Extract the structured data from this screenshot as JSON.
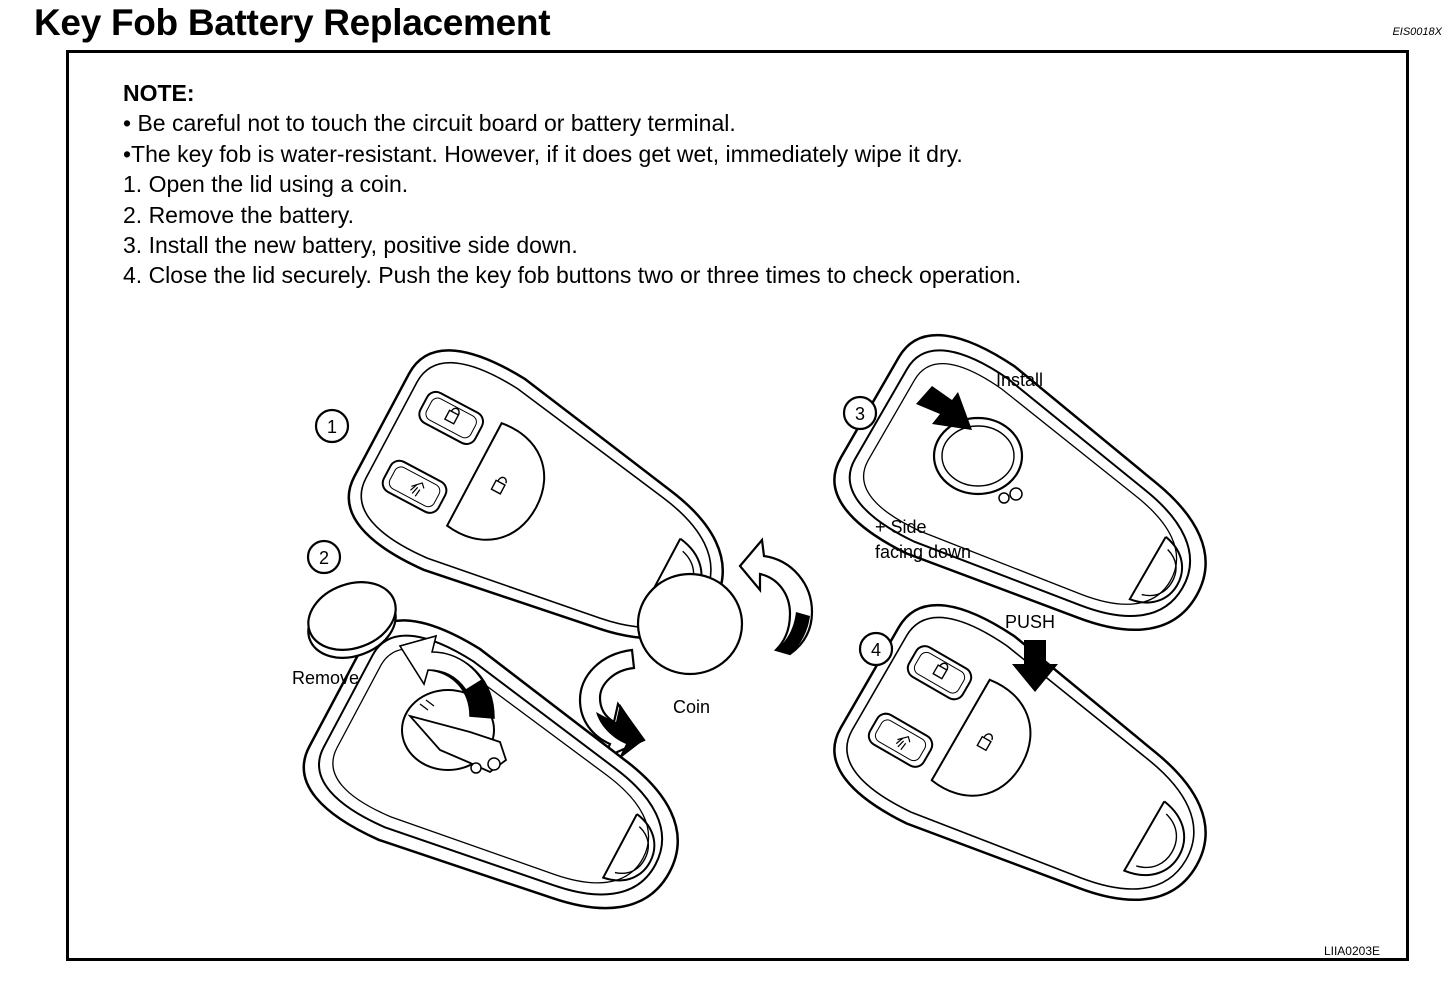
{
  "header": {
    "title": "Key Fob Battery Replacement",
    "doc_code": "EIS0018X"
  },
  "notes": {
    "heading": "NOTE:",
    "lines": [
      "• Be careful not to touch the circuit board or battery terminal.",
      "•The key fob is water-resistant.  However, if it does get wet, immediately wipe it dry.",
      "1. Open the lid using a coin.",
      "2. Remove the battery.",
      "3. Install the new battery, positive side down.",
      "4. Close the lid securely.  Push the key fob buttons two or three times to check operation."
    ]
  },
  "figure": {
    "step_numbers": [
      "1",
      "2",
      "3",
      "4"
    ],
    "labels": {
      "remove": "Remove",
      "coin": "Coin",
      "install": "Install",
      "side_line1": "+ Side",
      "side_line2": "facing down",
      "push": "PUSH"
    },
    "figure_code": "LIIA0203E"
  }
}
